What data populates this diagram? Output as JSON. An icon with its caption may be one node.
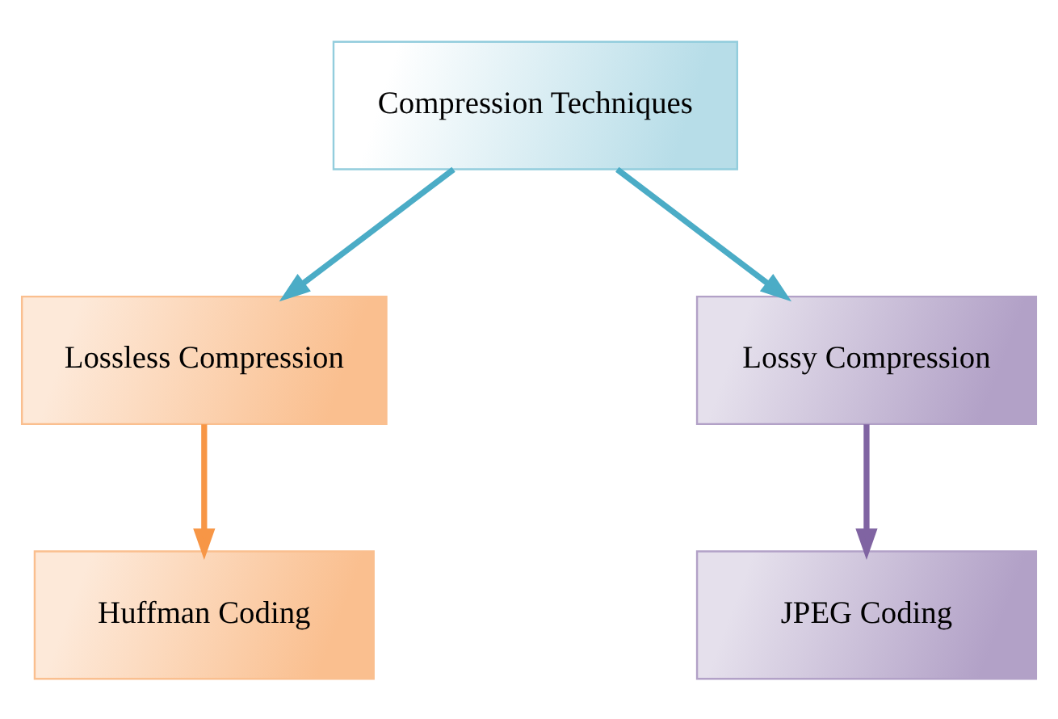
{
  "diagram": {
    "nodes": [
      {
        "text": [
          "Compression Techniques"
        ]
      },
      {
        "text": [
          "Lossless Compression"
        ]
      },
      {
        "text": [
          "Lossy Compression"
        ]
      },
      {
        "text": [
          "Huffman Coding"
        ]
      },
      {
        "text": [
          "JPEG Coding"
        ]
      }
    ],
    "edges": [
      {
        "from": 0,
        "to": 1,
        "arrow": "to",
        "color": "#4bacc6"
      },
      {
        "from": 0,
        "to": 2,
        "arrow": "to",
        "color": "#4bacc6"
      },
      {
        "from": 1,
        "to": 3,
        "arrow": "to",
        "color": "#f79646"
      },
      {
        "from": 2,
        "to": 4,
        "arrow": "to",
        "color": "#8064a2"
      }
    ]
  }
}
